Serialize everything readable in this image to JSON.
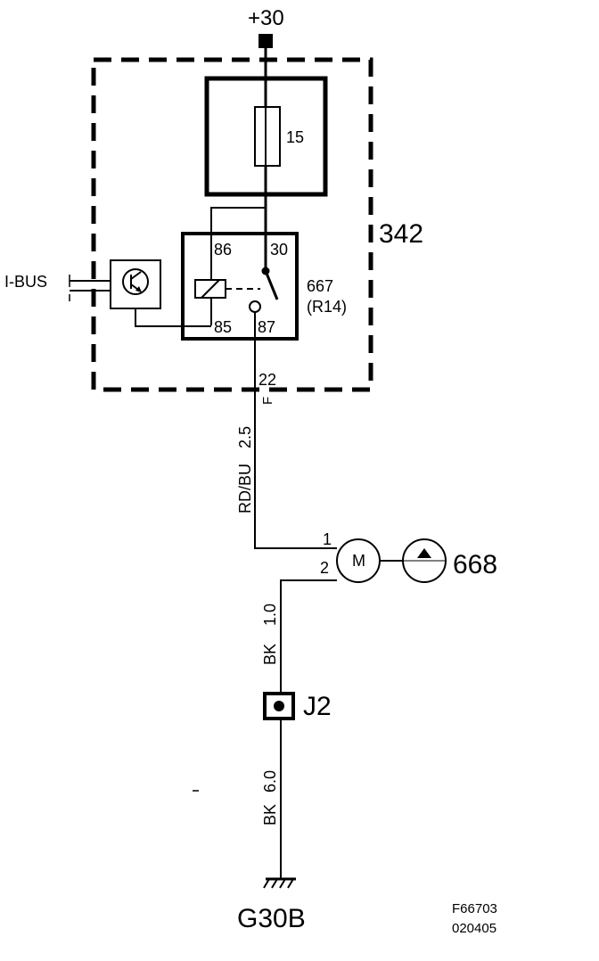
{
  "supply": {
    "label": "+30"
  },
  "fuse": {
    "number": "15"
  },
  "relay_box": {
    "label": "342"
  },
  "relay": {
    "label": "667",
    "sublabel": "(R14)",
    "pin_86": "86",
    "pin_30": "30",
    "pin_85": "85",
    "pin_87": "87"
  },
  "bus": {
    "label": "I-BUS"
  },
  "connector": {
    "pin": "22",
    "code": "F"
  },
  "wire_upper": {
    "size": "2.5",
    "color": "RD/BU"
  },
  "motor": {
    "symbol": "M",
    "pin_1": "1",
    "pin_2": "2"
  },
  "pump": {
    "label": "668"
  },
  "wire_mid": {
    "size": "1.0",
    "color": "BK"
  },
  "junction": {
    "label": "J2"
  },
  "wire_lower": {
    "size": "6.0",
    "color": "BK"
  },
  "ground": {
    "label": "G30B"
  },
  "footer": {
    "figure_id": "F66703",
    "date_code": "020405"
  },
  "icons": [
    "ground-icon",
    "motor-icon",
    "pump-icon",
    "transistor-icon",
    "fuse-icon",
    "relay-coil-icon",
    "relay-switch-icon"
  ]
}
